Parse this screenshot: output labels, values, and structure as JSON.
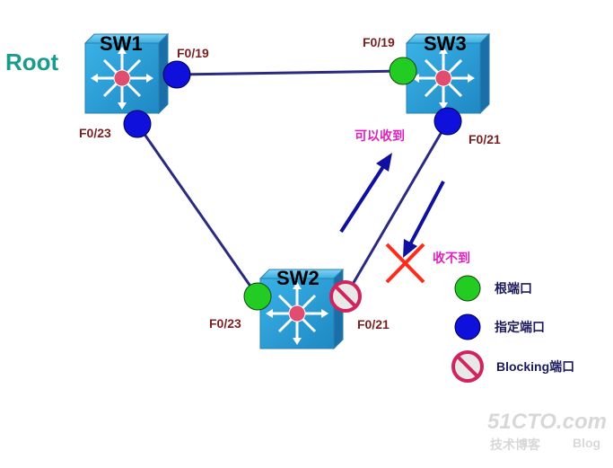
{
  "root_label": "Root",
  "switches": {
    "sw1": {
      "name": "SW1"
    },
    "sw2": {
      "name": "SW2"
    },
    "sw3": {
      "name": "SW3"
    }
  },
  "ports": {
    "sw1_f019": "F0/19",
    "sw1_f023": "F0/23",
    "sw3_f019": "F0/19",
    "sw3_f021": "F0/21",
    "sw2_f023": "F0/23",
    "sw2_f021": "F0/21"
  },
  "annotations": {
    "can_receive": "可以收到",
    "cannot_receive": "收不到"
  },
  "legend": {
    "root_port": "根端口",
    "designated_port": "指定端口",
    "blocking_port": "Blocking端口"
  },
  "watermark": {
    "line1": "51CTO.com",
    "line2": "技术博客",
    "line3": "Blog"
  },
  "colors": {
    "root_port": "#22cc22",
    "designated_port": "#1010dd",
    "blocking": "#d0245c",
    "link": "#2a2a80",
    "arrow": "#1010a0",
    "switch_face": "#2aa0d8"
  }
}
